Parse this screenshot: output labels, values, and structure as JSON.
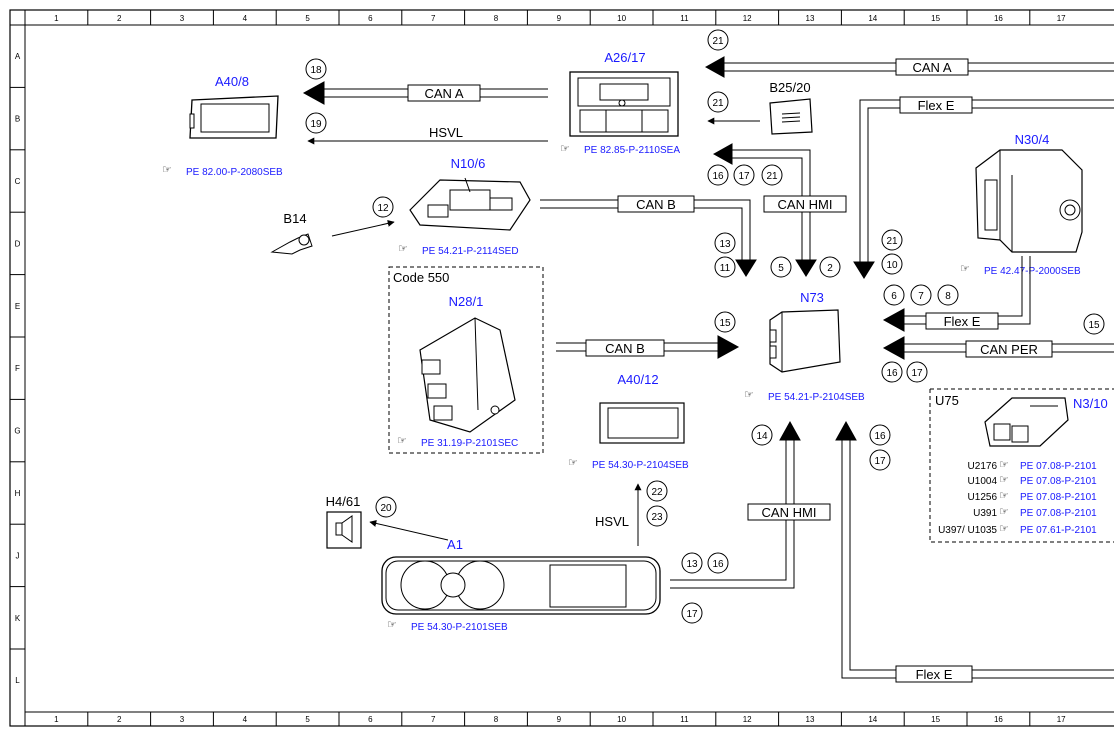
{
  "frame": {
    "col_labels": [
      "1",
      "2",
      "3",
      "4",
      "5",
      "6",
      "7",
      "8",
      "9",
      "10",
      "11",
      "12",
      "13",
      "14",
      "15",
      "16",
      "17"
    ],
    "row_labels": [
      "A",
      "B",
      "C",
      "D",
      "E",
      "F",
      "G",
      "H",
      "J",
      "K",
      "L"
    ]
  },
  "components": {
    "a40_8": {
      "label": "A40/8",
      "ref": "PE 82.00-P-2080SEB"
    },
    "a26_17": {
      "label": "A26/17",
      "ref": "PE 82.85-P-2110SEA"
    },
    "b25_20": {
      "label": "B25/20"
    },
    "n10_6": {
      "label": "N10/6",
      "ref": "PE 54.21-P-2114SED"
    },
    "b14": {
      "label": "B14"
    },
    "n30_4": {
      "label": "N30/4",
      "ref": "PE 42.47-P-2000SEB"
    },
    "n28_1": {
      "label": "N28/1",
      "ref": "PE 31.19-P-2101SEC",
      "code": "Code 550"
    },
    "n73": {
      "label": "N73",
      "ref": "PE 54.21-P-2104SEB"
    },
    "a40_12": {
      "label": "A40/12",
      "ref": "PE 54.30-P-2104SEB"
    },
    "h4_61": {
      "label": "H4/61"
    },
    "a1": {
      "label": "A1",
      "ref": "PE 54.30-P-2101SEB"
    },
    "n3_10": {
      "label": "N3/10",
      "group": "U75",
      "rows": [
        {
          "code": "U2176",
          "ref": "PE 07.08-P-2101"
        },
        {
          "code": "U1004",
          "ref": "PE 07.08-P-2101"
        },
        {
          "code": "U1256",
          "ref": "PE 07.08-P-2101"
        },
        {
          "code": "U391",
          "ref": "PE 07.08-P-2101"
        },
        {
          "code": "U397/ U1035",
          "ref": "PE 07.61-P-2101"
        }
      ]
    }
  },
  "buses": {
    "can_a_top": "CAN A",
    "can_a_left": "CAN A",
    "flex_e_top": "Flex E",
    "hsvl_left": "HSVL",
    "can_b_n10": "CAN B",
    "can_hmi_top": "CAN HMI",
    "flex_e_right": "Flex E",
    "can_b_n28": "CAN B",
    "can_per": "CAN PER",
    "hsvl_bottom": "HSVL",
    "can_hmi_bottom": "CAN HMI",
    "flex_e_bottom": "Flex E"
  },
  "markers": {
    "m18": "18",
    "m19": "19",
    "m21a": "21",
    "m21b": "21",
    "m21c": "21",
    "m16a": "16",
    "m17a": "17",
    "m12": "12",
    "m13a": "13",
    "m11": "11",
    "m5": "5",
    "m2": "2",
    "m21d": "21",
    "m10": "10",
    "m6": "6",
    "m7": "7",
    "m8": "8",
    "m15a": "15",
    "m15b": "15",
    "m16b": "16",
    "m17b": "17",
    "m14": "14",
    "m16c": "16",
    "m17c": "17",
    "m22": "22",
    "m23": "23",
    "m20": "20",
    "m13b": "13",
    "m16d": "16",
    "m17d": "17"
  },
  "colors": {
    "component_label": "#1a1aff",
    "line": "#000000"
  }
}
